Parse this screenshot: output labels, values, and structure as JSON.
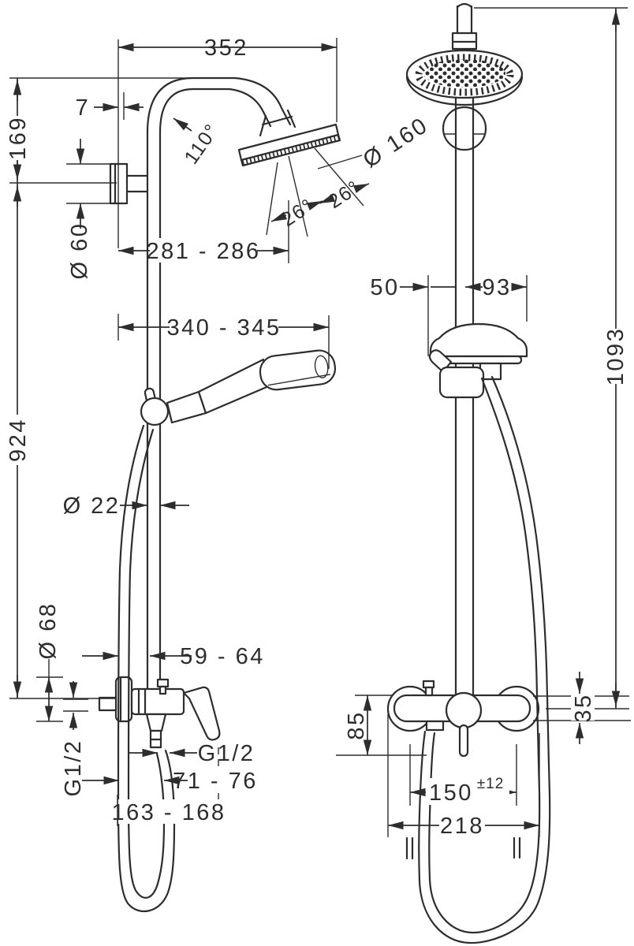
{
  "drawing": {
    "kind": "shower-system installation dimensional drawing",
    "colors": {
      "line": "#2d2d2d",
      "background": "#ffffff"
    }
  },
  "left_view": {
    "dim_width_top": "352",
    "dim_wall_clearance": "7",
    "dim_arm_drop": "169",
    "dim_arm_angle": "110°",
    "dim_wall_escutcheon_dia": "Ø 60",
    "dim_head_reach_range": "281 - 286",
    "dim_spray_angle_inner": "26°",
    "dim_spray_angle_outer": "26°",
    "dim_head_dia": "Ø 160",
    "dim_handshower_reach_range": "340 - 345",
    "dim_riser_height": "924",
    "dim_pipe_dia": "Ø 22",
    "dim_valve_escutcheon_dia": "Ø 68",
    "dim_wall_to_pipe_range": "59 - 64",
    "dim_supply_thread": "G1/2",
    "dim_hose_thread": "G1/2",
    "dim_hose_offset_range": "71 - 76",
    "dim_hose_reach_range": "163 - 168"
  },
  "right_view": {
    "dim_slider_to_bracket": "50",
    "dim_slider_width": "93",
    "dim_total_height": "1093",
    "dim_valve_height": "85",
    "dim_valve_top_offset": "35",
    "dim_supply_centers": "150",
    "dim_supply_tolerance": "±12",
    "dim_valve_width": "218"
  }
}
